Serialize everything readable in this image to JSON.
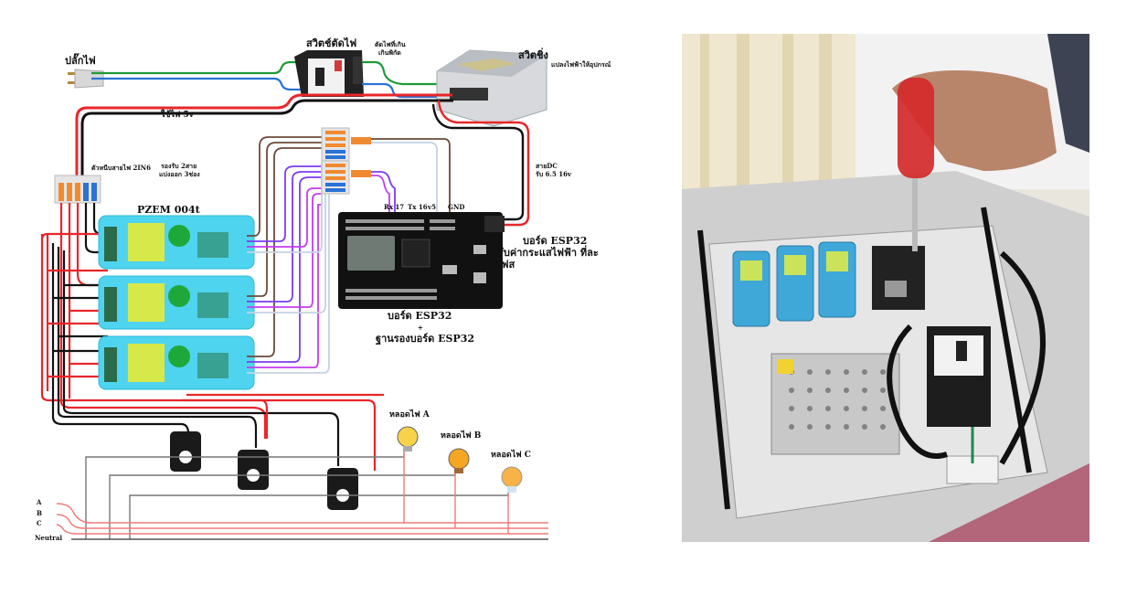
{
  "diagram": {
    "title_plug": "ปลั๊กไฟ",
    "breaker_title": "สวิตช์ตัดไฟ",
    "breaker_note_1": "ตัดไฟที่เกิน",
    "breaker_note_2": "เกินพิกัด",
    "psu_title": "สวิตชิ่ง",
    "psu_note": "แปลงไฟฟ้าให้อุปกรณ์",
    "power_5v": "ใช้ไฟ 5v",
    "wago_note_1": "ตัวหนีบสายไฟ 2IN6",
    "wago_note_2": "รองรับ 2สาย",
    "wago_note_3": "แบ่งออก 3ช่อง",
    "pzem_title": "PZEM 004t",
    "dc_note_1": "สายDC",
    "dc_note_2": "รับ 6.5 16v",
    "pins": {
      "rx": "Rx 17",
      "tx": "Tx 16",
      "v5": "v5",
      "gnd": "GND"
    },
    "esp_title": "บอร์ด ESP32",
    "esp_note_1": "รับค่ากระแสไฟฟ้า ที่ละ",
    "esp_note_2": "เฟส",
    "esp_caption_1": "บอร์ด ESP32",
    "esp_caption_plus": "+",
    "esp_caption_2": "ฐานรองบอร์ด ESP32",
    "bulbs": [
      {
        "label": "หลอดไฟ A",
        "color": "#f8d24a"
      },
      {
        "label": "หลอดไฟ B",
        "color": "#f5a623"
      },
      {
        "label": "หลอดไฟ C",
        "color": "#f7b347"
      }
    ],
    "phases": [
      "A",
      "B",
      "C"
    ],
    "neutral": "Neutral",
    "colors": {
      "live": "#e8262a",
      "ground": "#111111",
      "ac_live": "#1e9a3a",
      "ac_neutral": "#2a72d6",
      "uart_purple": "#7a3cf0",
      "uart_magenta": "#c43cf0",
      "gnd_brown": "#6b4a3a",
      "vcc_light": "#c4d2e2",
      "pzem_body": "#4fd4f0",
      "phase_line": "#f07a7a",
      "neutral_line": "#555555"
    }
  },
  "photo": {
    "description": "Photo of the assembled enclosure with three PZEM modules, ESP32 board, switching power supply, breaker and outlet, hand holding red screwdriver"
  }
}
